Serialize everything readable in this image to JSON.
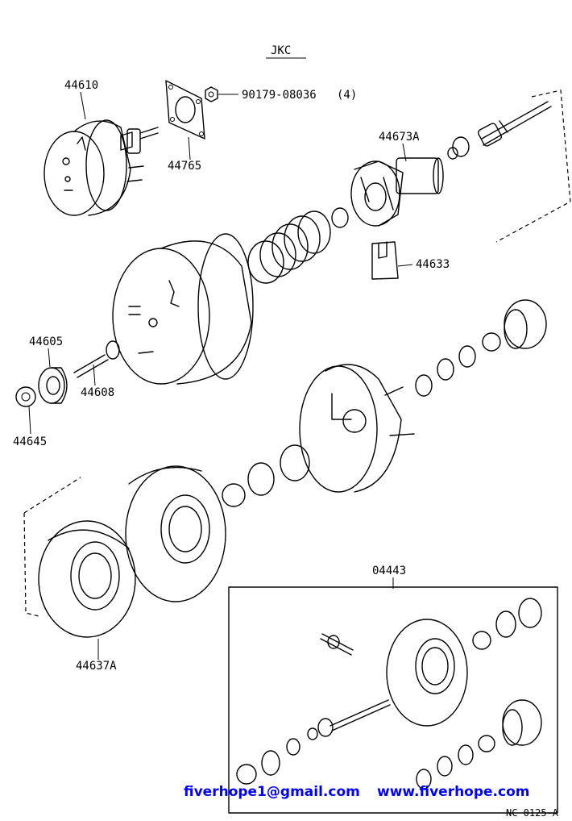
{
  "diagram": {
    "header": "JKC",
    "footer_code": "NC 0125-A",
    "watermark": {
      "email": "fiverhope1@gmail.com",
      "website": "www.fiverhope.com"
    },
    "parts": {
      "p44610": "44610",
      "p44765": "44765",
      "p90179": "90179-08036",
      "p90179_qty": "(4)",
      "p44673A": "44673A",
      "p44633": "44633",
      "p44605": "44605",
      "p44608": "44608",
      "p44645": "44645",
      "p44637A": "44637A",
      "p04443": "04443"
    }
  }
}
